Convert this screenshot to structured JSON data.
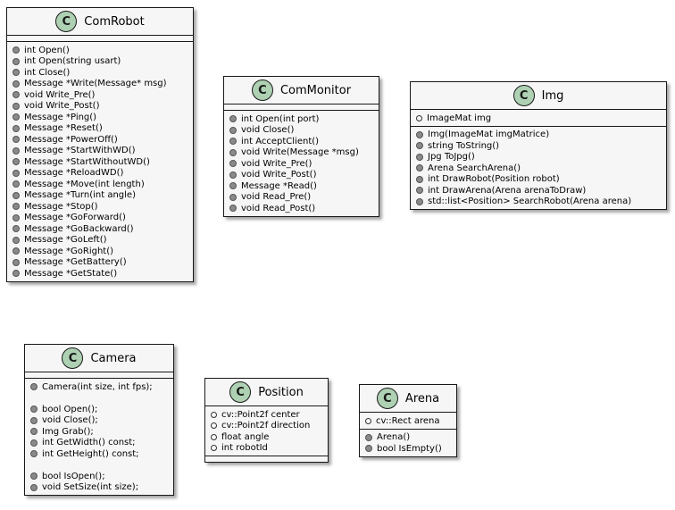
{
  "diagram": {
    "class_badge": "C",
    "classes": [
      {
        "id": "comrobot",
        "name": "ComRobot",
        "attributes": [],
        "methods": [
          "int Open()",
          "int Open(string usart)",
          "int Close()",
          "Message *Write(Message* msg)",
          "void Write_Pre()",
          "void Write_Post()",
          "Message *Ping()",
          "Message *Reset()",
          "Message *PowerOff()",
          "Message *StartWithWD()",
          "Message *StartWithoutWD()",
          "Message *ReloadWD()",
          "Message *Move(int length)",
          "Message *Turn(int angle)",
          "Message *Stop()",
          "Message *GoForward()",
          "Message *GoBackward()",
          "Message *GoLeft()",
          "Message *GoRight()",
          "Message *GetBattery()",
          "Message *GetState()"
        ]
      },
      {
        "id": "commonitor",
        "name": "ComMonitor",
        "attributes": [],
        "methods": [
          "int Open(int port)",
          "void Close()",
          "int AcceptClient()",
          "void Write(Message *msg)",
          "void Write_Pre()",
          "void Write_Post()",
          "Message *Read()",
          "void Read_Pre()",
          "void Read_Post()"
        ]
      },
      {
        "id": "img",
        "name": "Img",
        "attributes": [
          "ImageMat img"
        ],
        "methods": [
          "Img(ImageMat imgMatrice)",
          "string ToString()",
          "Jpg ToJpg()",
          "Arena SearchArena()",
          "int DrawRobot(Position robot)",
          "int DrawArena(Arena arenaToDraw)",
          "std::list<Position> SearchRobot(Arena arena)"
        ]
      },
      {
        "id": "camera",
        "name": "Camera",
        "attributes": [],
        "methods": [
          "Camera(int size, int fps);",
          "",
          "bool Open();",
          "void Close();",
          "Img Grab();",
          "int GetWidth() const;",
          "int GetHeight() const;",
          "",
          "bool IsOpen();",
          "void SetSize(int size);"
        ]
      },
      {
        "id": "position",
        "name": "Position",
        "attributes": [
          "cv::Point2f center",
          "cv::Point2f direction",
          "float angle",
          "int robotId"
        ],
        "methods": []
      },
      {
        "id": "arena",
        "name": "Arena",
        "attributes": [
          "cv::Rect arena"
        ],
        "methods": [
          "Arena()",
          "bool IsEmpty()"
        ]
      }
    ]
  }
}
